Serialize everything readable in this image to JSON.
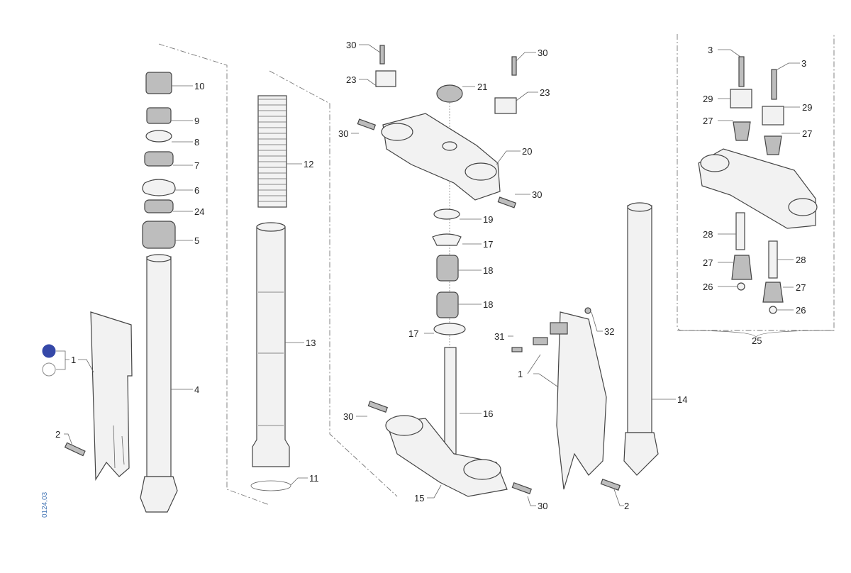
{
  "diagram": {
    "reference_code": "0124,03",
    "color_options": [
      {
        "name": "blue",
        "color": "#3548a8"
      },
      {
        "name": "white",
        "color": "#ffffff"
      }
    ],
    "callouts": [
      "10",
      "9",
      "8",
      "7",
      "6",
      "24",
      "5",
      "4",
      "1",
      "2",
      "12",
      "13",
      "11",
      "30",
      "23",
      "21",
      "30",
      "23",
      "30",
      "20",
      "30",
      "19",
      "17",
      "18",
      "18",
      "17",
      "16",
      "30",
      "15",
      "30",
      "31",
      "32",
      "1",
      "14",
      "2",
      "25",
      "3",
      "3",
      "29",
      "29",
      "27",
      "27",
      "28",
      "28",
      "27",
      "27",
      "26",
      "26"
    ]
  }
}
